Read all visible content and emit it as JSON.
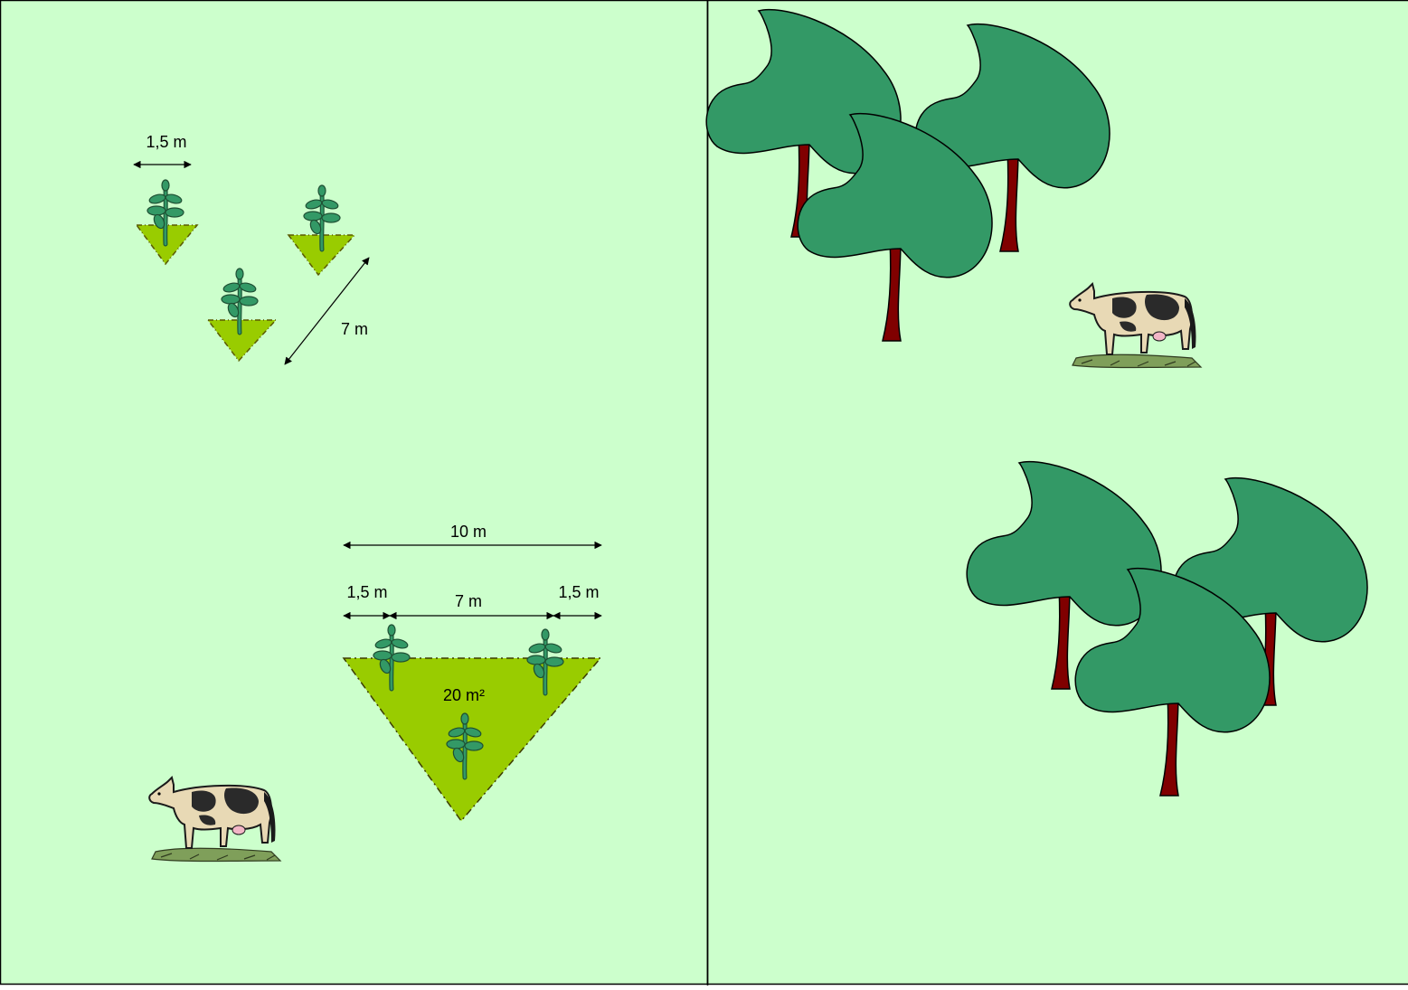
{
  "colors": {
    "background": "#ccffcc",
    "triangle_fill": "#99cc00",
    "foliage": "#339966",
    "trunk": "#800000",
    "outline": "#000000",
    "cow_body": "#e8d9b5",
    "cow_patch": "#2a2a2a",
    "ground": "#7f9f5a"
  },
  "labels": {
    "seedling_width": "1,5 m",
    "planting_distance": "7 m",
    "total_width": "10 m",
    "margin_left": "1,5 m",
    "inner_width": "7 m",
    "margin_right": "1,5 m",
    "area": "20 m²"
  },
  "icons": {
    "seedling": "seedling-icon",
    "tree": "tree-icon",
    "cow": "cow-icon"
  }
}
